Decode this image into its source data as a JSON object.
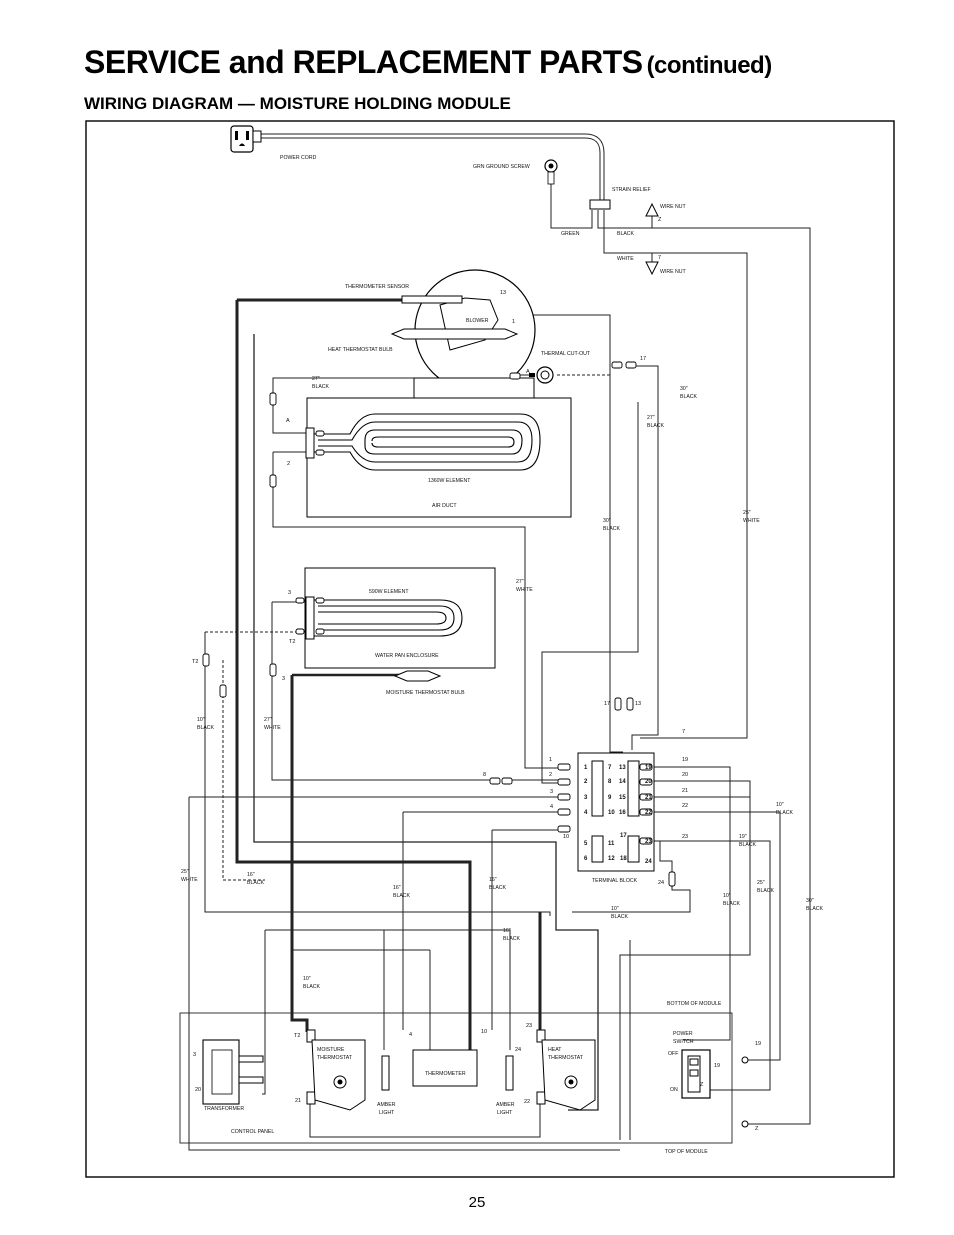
{
  "header": {
    "title_main": "SERVICE and REPLACEMENT PARTS",
    "title_suffix": "(continued)",
    "subtitle": "WIRING DIAGRAM — MOISTURE HOLDING MODULE"
  },
  "footer": {
    "page_number": "25"
  },
  "diagram": {
    "labels": {
      "power_cord": "POWER CORD",
      "grn_ground_screw": "GRN GROUND SCREW",
      "strain_relief": "STRAIN RELIEF",
      "wire_nut_top": "WIRE NUT",
      "wire_nut_top_id": "Z",
      "green": "GREEN",
      "black": "BLACK",
      "white": "WHITE",
      "wire_nut_bottom": "WIRE NUT",
      "wire_nut_bottom_id": "7",
      "thermometer_sensor": "THERMOMETER SENSOR",
      "blower": "BLOWER",
      "heat_thermostat_bulb": "HEAT THERMOSTAT BULB",
      "thermal_cutout": "THERMAL CUT-OUT",
      "element_1360": "1360W ELEMENT",
      "air_duct": "AIR DUCT",
      "element_590": "590W ELEMENT",
      "water_pan_enclosure": "WATER PAN ENCLOSURE",
      "moisture_thermostat_bulb": "MOISTURE THERMOSTAT BULB",
      "terminal_block": "TERMINAL BLOCK",
      "bottom_of_module": "BOTTOM OF MODULE",
      "top_of_module": "TOP OF MODULE",
      "power_switch_1": "POWER",
      "power_switch_2": "SWITCH",
      "off": "OFF",
      "on": "ON",
      "moisture_thermostat_1": "MOISTURE",
      "moisture_thermostat_2": "THERMOSTAT",
      "heat_thermostat_1": "HEAT",
      "heat_thermostat_2": "THERMOSTAT",
      "thermometer": "THERMOMETER",
      "amber": "AMBER",
      "light": "LIGHT",
      "transformer": "TRANSFORMER",
      "control_panel": "CONTROL PANEL"
    },
    "wire_labels": [
      {
        "len": "27\"",
        "color": "BLACK"
      },
      {
        "len": "30\"",
        "color": "BLACK"
      },
      {
        "len": "27\"",
        "color": "BLACK"
      },
      {
        "len": "25\"",
        "color": "WHITE"
      },
      {
        "len": "30\"",
        "color": "BLACK"
      },
      {
        "len": "27\"",
        "color": "WHITE"
      },
      {
        "len": "10\"",
        "color": "BLACK"
      },
      {
        "len": "27\"",
        "color": "WHITE"
      },
      {
        "len": "25\"",
        "color": "WHITE"
      },
      {
        "len": "16\"",
        "color": "BLACK"
      },
      {
        "len": "16\"",
        "color": "BLACK"
      },
      {
        "len": "16\"",
        "color": "BLACK"
      },
      {
        "len": "16\"",
        "color": "BLACK"
      },
      {
        "len": "10\"",
        "color": "BLACK"
      },
      {
        "len": "10\"",
        "color": "BLACK"
      },
      {
        "len": "10\"",
        "color": "BLACK"
      },
      {
        "len": "19\"",
        "color": "BLACK"
      },
      {
        "len": "10\"",
        "color": "BLACK"
      },
      {
        "len": "25\"",
        "color": "BLACK"
      },
      {
        "len": "30\"",
        "color": "BLACK"
      }
    ],
    "terminal_block": {
      "left_pairs": [
        [
          "1",
          "7"
        ],
        [
          "2",
          "8"
        ],
        [
          "3",
          "9"
        ],
        [
          "4",
          "10"
        ]
      ],
      "left_bottom": [
        [
          "5",
          "11"
        ],
        [
          "6",
          "12"
        ]
      ],
      "right_col": [
        "13",
        "14",
        "15",
        "16"
      ],
      "right_col2": [
        "19",
        "20",
        "21",
        "22"
      ],
      "right_bottom": [
        [
          "17",
          "23"
        ],
        [
          "18",
          "24"
        ]
      ]
    },
    "wire_numbers": {
      "n13": "13",
      "n1": "1",
      "nA1": "A",
      "nA2": "A",
      "n2": "2",
      "n17a": "17",
      "n3a": "3",
      "nT2a": "T2",
      "nT2b": "T2",
      "n3b": "3",
      "n17b": "17",
      "n13b": "13",
      "n7": "7",
      "n1b": "1",
      "n2b": "2",
      "n3c": "3",
      "n4": "4",
      "n8": "8",
      "n10": "10",
      "n19": "19",
      "n20": "20",
      "n21": "21",
      "n22": "22",
      "n23": "23",
      "n24": "24",
      "n23b": "23",
      "n24b": "24",
      "n22b": "22",
      "n10b": "10",
      "n4b": "4",
      "nT2c": "T2",
      "n21b": "21",
      "n3d": "3",
      "n20b": "20",
      "n19b": "19",
      "n19c": "19",
      "nZ1": "Z",
      "nZ2": "Z"
    }
  }
}
